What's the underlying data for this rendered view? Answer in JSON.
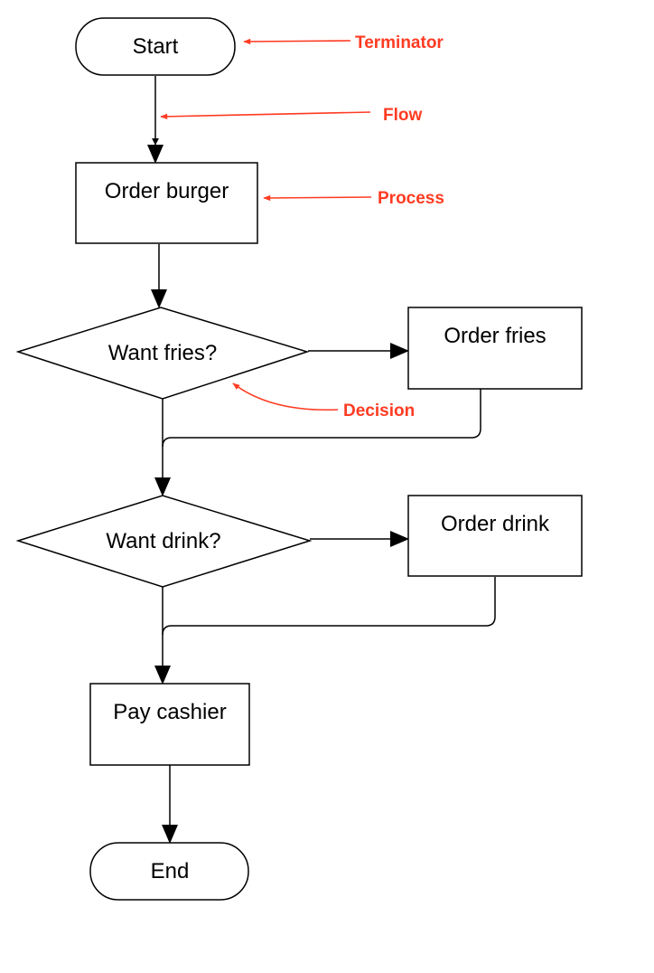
{
  "nodes": {
    "start": "Start",
    "order_burger": "Order burger",
    "want_fries": "Want fries?",
    "order_fries": "Order fries",
    "want_drink": "Want drink?",
    "order_drink": "Order drink",
    "pay_cashier": "Pay cashier",
    "end": "End"
  },
  "annotations": {
    "terminator": "Terminator",
    "flow": "Flow",
    "process": "Process",
    "decision": "Decision"
  },
  "colors": {
    "annotation": "#ff3b22",
    "shape_stroke": "#000000",
    "background": "#ffffff"
  }
}
